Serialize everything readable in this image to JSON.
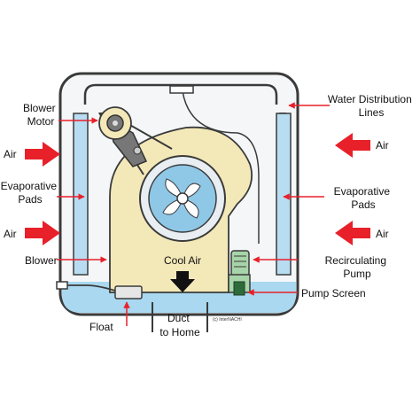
{
  "labels": {
    "blower_motor": [
      "Blower",
      "Motor"
    ],
    "water_distribution": [
      "Water Distribution",
      "Lines"
    ],
    "air_left_top": "Air",
    "air_left_bottom": "Air",
    "air_right_top": "Air",
    "air_right_bottom": "Air",
    "evap_left": [
      "Evaporative",
      "Pads"
    ],
    "evap_right": [
      "Evaporative",
      "Pads"
    ],
    "blower": "Blower",
    "cool_air": "Cool Air",
    "recirculating_pump": [
      "Recirculating",
      "Pump"
    ],
    "pump_screen": "Pump Screen",
    "float": "Float",
    "duct": [
      "Duct",
      "to Home"
    ],
    "copyright": "(c) InterNACHI"
  },
  "colors": {
    "arrow_red": "#e8202a",
    "pad_blue": "#b8ddf2",
    "water_blue": "#a9d8f0",
    "housing_beige": "#f3e8b8",
    "cabinet_fill": "#f4f6f8",
    "outline": "#3a3a3a"
  }
}
